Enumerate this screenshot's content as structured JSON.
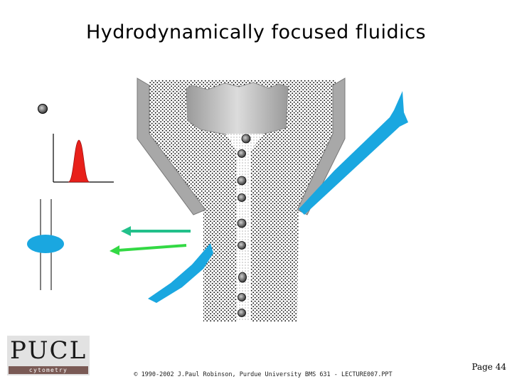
{
  "slide": {
    "title": "Hydrodynamically focused fluidics",
    "footer": "© 1990-2002 J.Paul Robinson, Purdue University  BMS 631 - LECTURE007.PPT",
    "page_label": "Page 44"
  },
  "logo": {
    "letters": [
      "P",
      "U",
      "C",
      "L"
    ],
    "subtitle": "cytometry laboratories"
  },
  "colors": {
    "laser_beam": "#1aa7e0",
    "sheath_wall": "#a8a8a8",
    "nozzle": "#bdbdbd",
    "pulse": "#e8201a",
    "scatter_arrow": "#22c08a",
    "fluorescence_arrow": "#33d944",
    "detector": "#1aa7e0"
  }
}
